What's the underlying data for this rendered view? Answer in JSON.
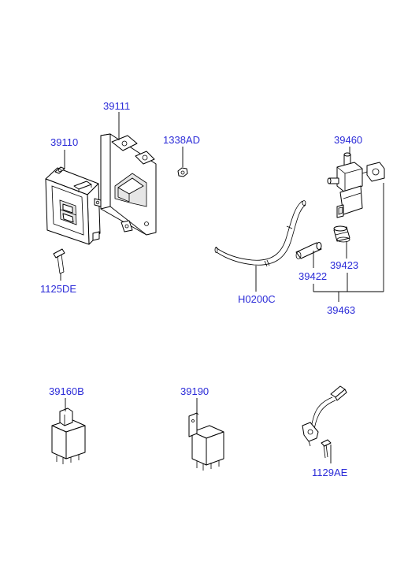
{
  "labels": {
    "ecu": "39110",
    "bracket": "39111",
    "nut": "1338AD",
    "solenoid": "39460",
    "bolt_ecu": "1125DE",
    "hose": "H0200C",
    "cap_small": "39422",
    "cap_large": "39423",
    "assembly": "39463",
    "relay_a": "39160B",
    "relay_b": "39190",
    "sensor_bolt": "1129AE"
  }
}
